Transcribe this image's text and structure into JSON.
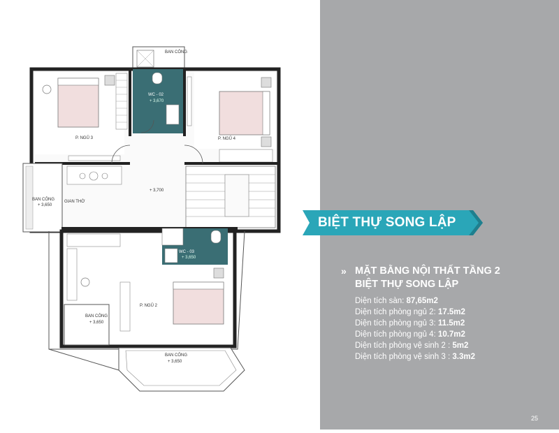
{
  "colors": {
    "panel": "#a7a8aa",
    "banner": "#2aa6b8",
    "banner_accent": "#1f7f8e",
    "wet_room": "#3a6e74",
    "bed": "#f1dede",
    "wall": "#222222"
  },
  "plan": {
    "rooms": {
      "bed3": "P. NGỦ 3",
      "bed4": "P. NGỦ 4",
      "bed2": "P. NGỦ 2",
      "altar": "GIAN THỜ",
      "wc2": "WC - 02",
      "wc2_level": "+ 3,670",
      "wc3": "WC - 03",
      "wc3_level": "+ 3,650",
      "balcony_left": "BAN CÔNG",
      "balcony_left_level": "+ 3,650",
      "balcony_mid": "BAN CÔNG",
      "balcony_mid_level": "+ 3,650",
      "balcony_bottom": "BAN CÔNG",
      "balcony_bottom_level": "+ 3,650",
      "balcony_top": "BAN CÔNG",
      "hall_level": "+ 3,700"
    }
  },
  "banner": {
    "title": "BIỆT THỰ SONG LẬP"
  },
  "heading": {
    "chevron": "»",
    "line1": "MẶT BẰNG NỘI THẤT TẦNG 2",
    "line2": "BIỆT THỰ SONG LẬP"
  },
  "specs": [
    {
      "label": "Diện tích sàn: ",
      "value": "87,65m2"
    },
    {
      "label": "Diện tích phòng ngủ 2: ",
      "value": "17.5m2"
    },
    {
      "label": "Diện tích phòng ngủ 3: ",
      "value": "11.5m2"
    },
    {
      "label": "Diện tích phòng ngủ 4: ",
      "value": "10.7m2"
    },
    {
      "label": "Diện tích phòng vệ sinh 2 : ",
      "value": "5m2"
    },
    {
      "label": "Diện tích phòng vệ sinh 3 : ",
      "value": "3.3m2"
    }
  ],
  "page_number": "25"
}
